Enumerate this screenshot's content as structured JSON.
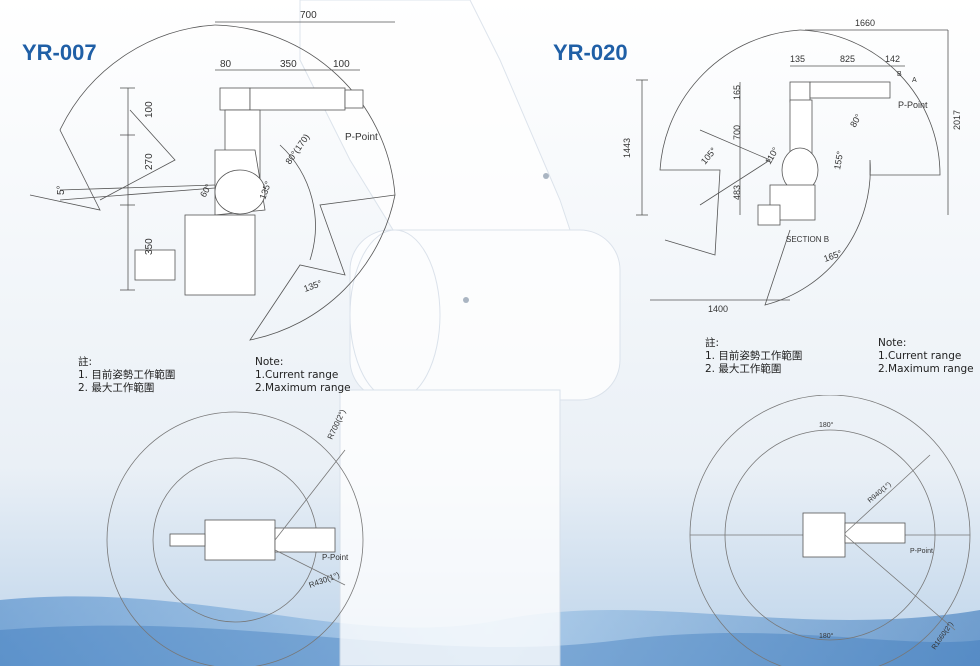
{
  "colors": {
    "title": "#1f5fa6",
    "line": "#555555",
    "background": "#eef3f8",
    "robot": "#ffffff"
  },
  "left": {
    "title": "YR-007",
    "dims": {
      "d700": "700",
      "d80": "80",
      "d350_top": "350",
      "d100_top": "100",
      "d100_left": "100",
      "d270": "270",
      "d350_left": "350",
      "a5": "5°",
      "a60": "60°",
      "a135_mid": "135°",
      "a80": "80°(170)",
      "a135_bot": "135°",
      "ppoint": "P-Point"
    },
    "note_cn": {
      "heading": "註:",
      "l1": "1. 目前姿勢工作範圍",
      "l2": "2. 最大工作範圍"
    },
    "note_en": {
      "heading": "Note:",
      "l1": "1.Current range",
      "l2": "2.Maximum range"
    },
    "top_view": {
      "r1": "R700(2°)",
      "r2": "R430(1°)",
      "ppoint": "P-Point"
    }
  },
  "right": {
    "title": "YR-020",
    "dims": {
      "d1660": "1660",
      "d135": "135",
      "d825": "825",
      "d142": "142",
      "d165": "165",
      "d700": "700",
      "d483": "483",
      "d1443": "1443",
      "d2017": "2017",
      "d1400": "1400",
      "a105": "105°",
      "a110": "110°",
      "a80": "80°",
      "a155": "155°",
      "a165": "165°",
      "section": "SECTION B",
      "ppoint": "P-Point",
      "b": "B",
      "a": "A"
    },
    "note_cn": {
      "heading": "註:",
      "l1": "1. 目前姿勢工作範圍",
      "l2": "2. 最大工作範圍"
    },
    "note_en": {
      "heading": "Note:",
      "l1": "1.Current range",
      "l2": "2.Maximum range"
    },
    "top_view": {
      "top": "180°",
      "bottom": "180°",
      "r1": "R940(1°)",
      "r2": "R1660(2°)",
      "ppoint": "P-Point"
    }
  }
}
